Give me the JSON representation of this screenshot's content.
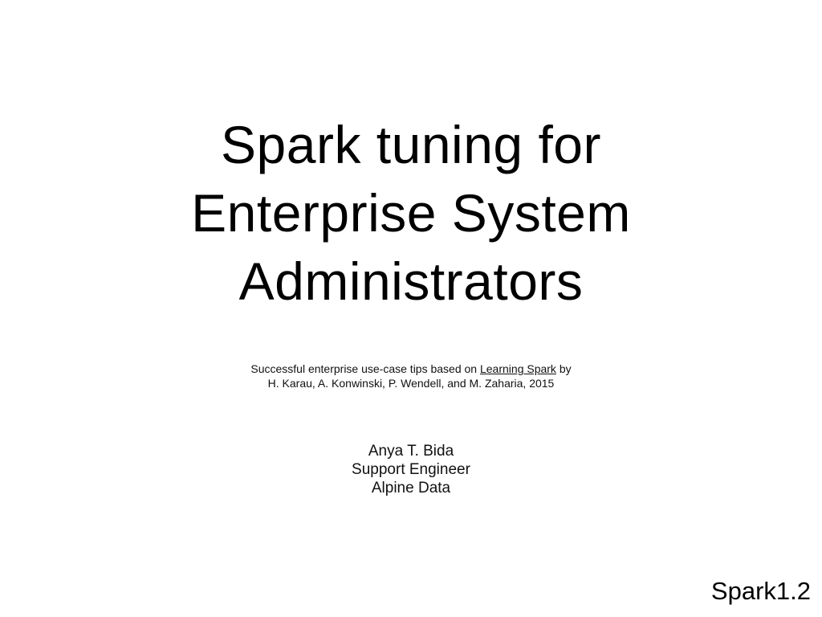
{
  "slide": {
    "title_lines": [
      "Spark tuning for",
      "Enterprise System",
      "Administrators"
    ],
    "subtitle": {
      "prefix": "Successful enterprise use-case tips based on ",
      "link_text": "Learning Spark",
      "suffix": " by",
      "line2": "H. Karau, A. Konwinski, P. Wendell, and M. Zaharia, 2015"
    },
    "author": {
      "name": "Anya T. Bida",
      "role": "Support Engineer",
      "company": "Alpine Data"
    },
    "version_label": "Spark1.2"
  }
}
